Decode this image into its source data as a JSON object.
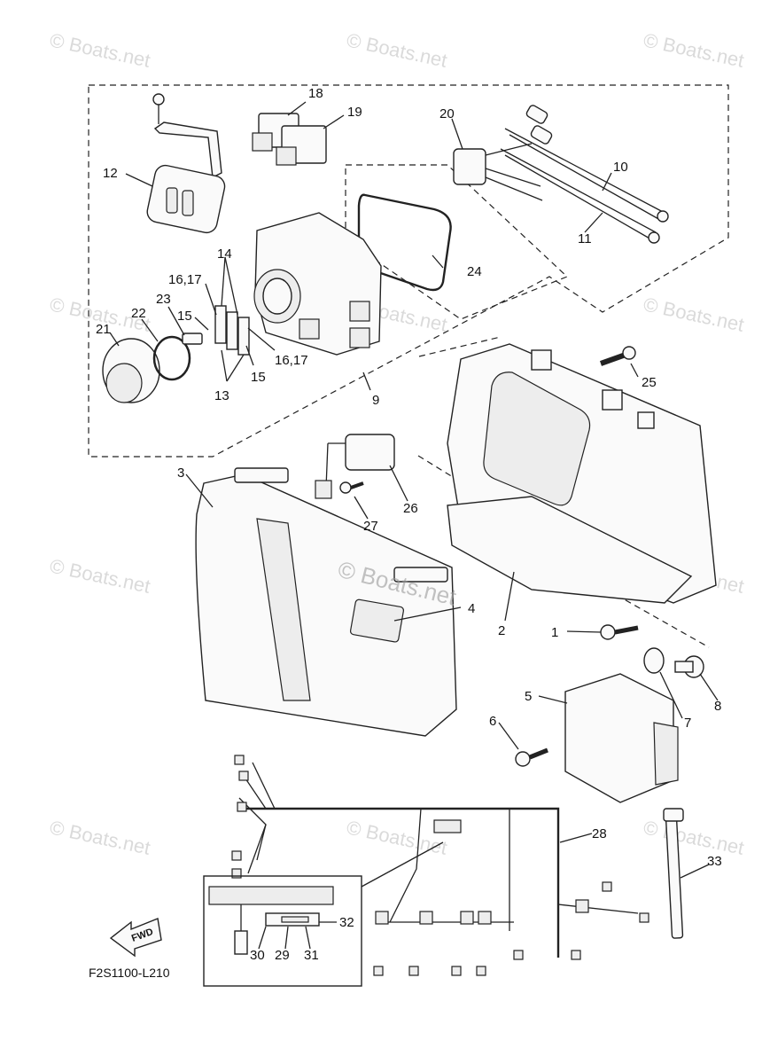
{
  "watermark": "© Boats.net",
  "diagram_code": "F2S1100-L210",
  "fwd_label": "FWD",
  "callouts": {
    "c1": "1",
    "c2": "2",
    "c3": "3",
    "c4": "4",
    "c5": "5",
    "c6": "6",
    "c7": "7",
    "c8": "8",
    "c9": "9",
    "c10": "10",
    "c11": "11",
    "c12": "12",
    "c13": "13",
    "c14": "14",
    "c15a": "15",
    "c15b": "15",
    "c1617a": "16,17",
    "c1617b": "16,17",
    "c18": "18",
    "c19": "19",
    "c20": "20",
    "c21": "21",
    "c22": "22",
    "c23": "23",
    "c24": "24",
    "c25": "25",
    "c26": "26",
    "c27": "27",
    "c28": "28",
    "c29": "29",
    "c30": "30",
    "c31": "31",
    "c32": "32",
    "c33": "33"
  }
}
